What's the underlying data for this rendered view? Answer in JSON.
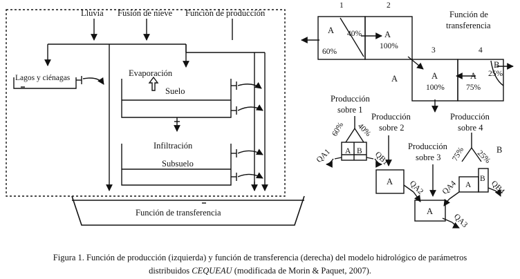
{
  "left": {
    "inputs": [
      "Lluvia",
      "Fusión de nieve",
      "Función de producción"
    ],
    "lagos": "Lagos y ciénagas",
    "evaporacion": "Evaporación",
    "suelo": "Suelo",
    "infiltracion": "Infiltración",
    "subsuelo": "Subsuelo",
    "transfer": "Función de transferencia"
  },
  "right": {
    "title_line1": "Función de",
    "title_line2": "transferencia",
    "cell_numbers": [
      "1",
      "2",
      "3",
      "4"
    ],
    "cell1": {
      "a": "A",
      "p_top": "40%",
      "p_bottom": "60%"
    },
    "cell2": {
      "a": "A",
      "p": "100%"
    },
    "cell3": {
      "a": "A",
      "p": "100%"
    },
    "cell4": {
      "a": "A",
      "p": "75%",
      "b": "B",
      "p_b": "25%"
    },
    "side_a": "A",
    "side_b": "B",
    "prod1": [
      "Producción",
      "sobre 1"
    ],
    "prod2": [
      "Producción",
      "sobre 2"
    ],
    "prod3": [
      "Producción",
      "sobre 3"
    ],
    "prod4": [
      "Producción",
      "sobre 4"
    ],
    "split1": [
      "60%",
      "40%"
    ],
    "split4": [
      "75%",
      "25%"
    ],
    "box_a": "A",
    "box_b": "B",
    "flows": {
      "qa1": "QA1",
      "qb1": "QB1",
      "qa2": "QA2",
      "qa4": "QA4",
      "qb4": "QB4",
      "qa3": "QA3"
    }
  },
  "caption": {
    "line1": "Figura 1. Función de producción (izquierda) y función de transferencia (derecha) del modelo hidrológico de parámetros",
    "line2_prefix": "distribuidos ",
    "line2_model": "CEQUEAU",
    "line2_suffix": " (modificada de Morin & Paquet, 2007)."
  }
}
